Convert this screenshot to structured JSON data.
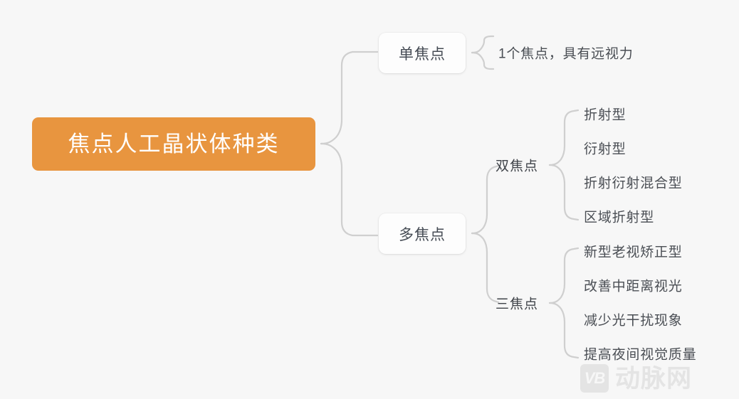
{
  "diagram": {
    "type": "mind-map",
    "background_color": "#f7f7f7",
    "root": {
      "label": "焦点人工晶状体种类",
      "fill_color": "#e8953f",
      "text_color": "#ffffff"
    },
    "branches": [
      {
        "label": "单焦点",
        "style": "box",
        "children": [
          {
            "label": "1个焦点，具有远视力"
          }
        ]
      },
      {
        "label": "多焦点",
        "style": "box",
        "children": [
          {
            "label": "双焦点",
            "style": "plain",
            "children": [
              {
                "label": "折射型"
              },
              {
                "label": "衍射型"
              },
              {
                "label": "折射衍射混合型"
              },
              {
                "label": "区域折射型"
              }
            ]
          },
          {
            "label": "三焦点",
            "style": "plain",
            "children": [
              {
                "label": "新型老视矫正型"
              },
              {
                "label": "改善中距离视光"
              },
              {
                "label": "减少光干扰现象"
              },
              {
                "label": "提高夜间视觉质量"
              }
            ]
          }
        ]
      }
    ],
    "connector_color": "#cfcfcf"
  },
  "watermark": {
    "logo_text": "VB",
    "brand_text": "动脉网",
    "color": "#e4e4e4"
  }
}
